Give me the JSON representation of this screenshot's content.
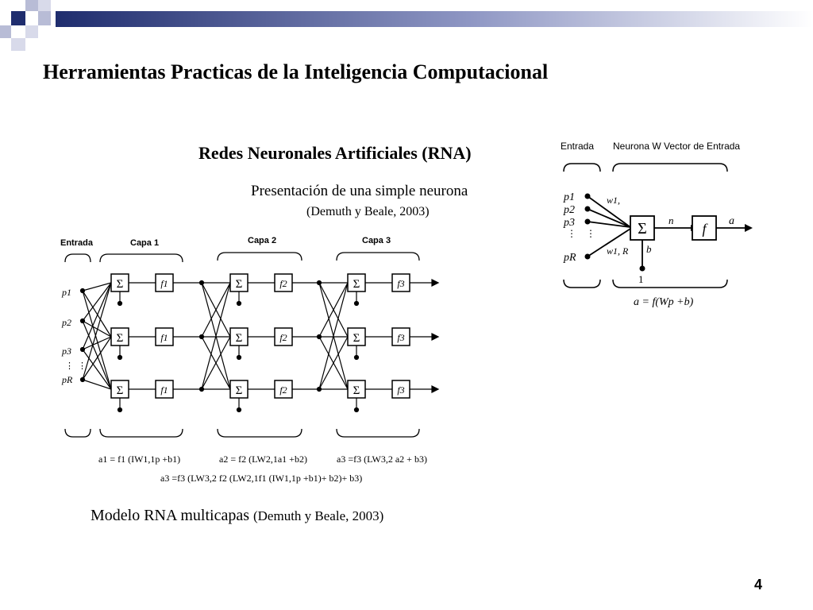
{
  "header": {
    "title": "Herramientas Practicas de la Inteligencia Computacional",
    "accent_blue": "#1f2d6e",
    "accent_gray": "#b8bcd6"
  },
  "section": {
    "title": "Redes Neuronales Artificiales (RNA)",
    "simple_neuron_caption": "Presentación de una simple neurona",
    "simple_neuron_citation": "(Demuth y Beale, 2003)"
  },
  "simple_neuron": {
    "label_input": "Entrada",
    "label_neuron": "Neurona W Vector de Entrada",
    "inputs": [
      "p1",
      "p2",
      "p3",
      "pR"
    ],
    "weight_first": "w1,",
    "weight_last": "w1, R",
    "sum_symbol": "Σ",
    "bias": "b",
    "bias_input": "1",
    "net": "n",
    "transfer": "f",
    "output": "a",
    "equation": "a = f(Wp +b)"
  },
  "multilayer": {
    "label_input": "Entrada",
    "layers": [
      {
        "label": "Capa 1",
        "transfer": "f1"
      },
      {
        "label": "Capa 2",
        "transfer": "f2"
      },
      {
        "label": "Capa 3",
        "transfer": "f3"
      }
    ],
    "inputs": [
      "p1",
      "p2",
      "p3",
      "pR"
    ],
    "sum_symbol": "Σ",
    "eq1": "a1 = f1 (IW1,1p +b1)",
    "eq2": "a2 = f2 (LW2,1a1 +b2)",
    "eq3": "a3 =f3 (LW3,2 a2 + b3)",
    "eq_full": "a3 =f3 (LW3,2 f2 (LW2,1f1 (IW1,1p +b1)+ b2)+ b3)",
    "caption": "Modelo RNA multicapas",
    "citation": "(Demuth y Beale, 2003)"
  },
  "footer": {
    "page_number": "4"
  }
}
